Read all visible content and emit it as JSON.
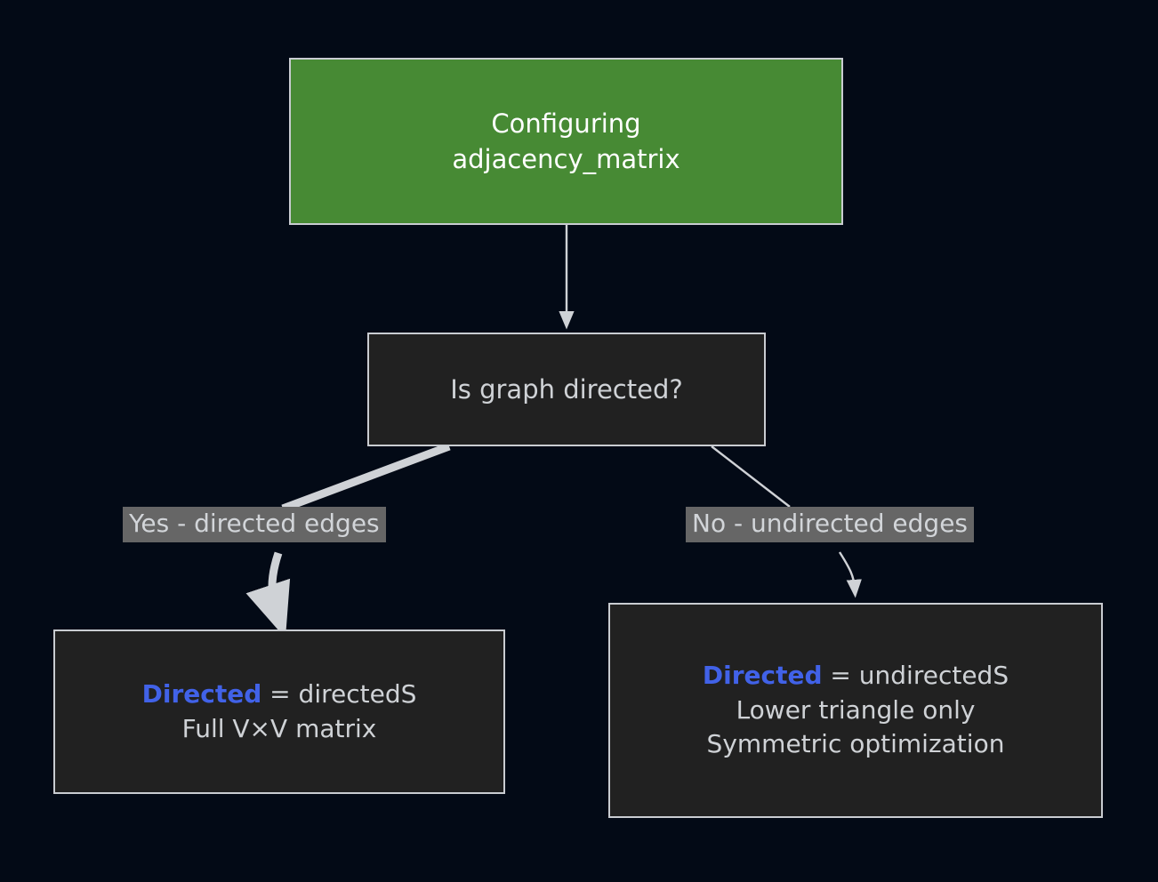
{
  "diagram": {
    "type": "flowchart",
    "title": "Configuring adjacency_matrix",
    "background_color": "#030a16",
    "start_node_color": "#478A34",
    "node_color": "#212121",
    "node_border_color": "#c9ccd1",
    "keyword_color": "#4162E8",
    "edge_label_background": "#666666",
    "nodes": {
      "start": {
        "line1": "Configuring",
        "line2": "adjacency_matrix"
      },
      "decision": {
        "question": "Is graph directed?"
      },
      "directed_outcome": {
        "keyword": "Directed",
        "assignment": " = directedS",
        "detail1": "Full V×V matrix"
      },
      "undirected_outcome": {
        "keyword": "Directed",
        "assignment": " = undirectedS",
        "detail1": "Lower triangle only",
        "detail2": "Symmetric optimization"
      }
    },
    "edges": [
      {
        "id": "start-to-decision",
        "label": ""
      },
      {
        "id": "decision-to-directed",
        "label": "Yes - directed edges"
      },
      {
        "id": "decision-to-undirected",
        "label": "No - undirected edges"
      }
    ],
    "edge_labels": {
      "yes": "Yes - directed edges",
      "no": "No - undirected edges"
    }
  }
}
